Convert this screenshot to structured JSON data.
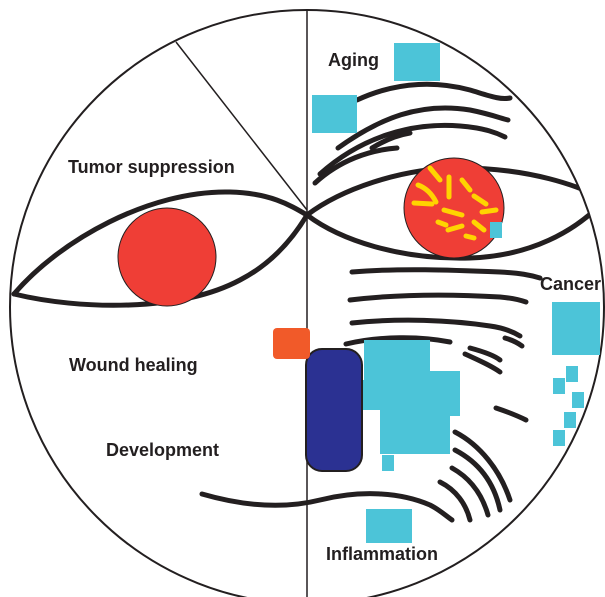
{
  "labels": {
    "aging": "Aging",
    "tumor_suppression": "Tumor suppression",
    "cancer": "Cancer",
    "wound_healing": "Wound healing",
    "development": "Development",
    "inflammation": "Inflammation"
  },
  "colors": {
    "ink": "#231f20",
    "cell_red": "#ef3e36",
    "senescence_spots": "#ffd400",
    "tissue_cyan": "#4cc4d8",
    "platelet_orange": "#f15a29",
    "immune_navy": "#2b3192"
  }
}
